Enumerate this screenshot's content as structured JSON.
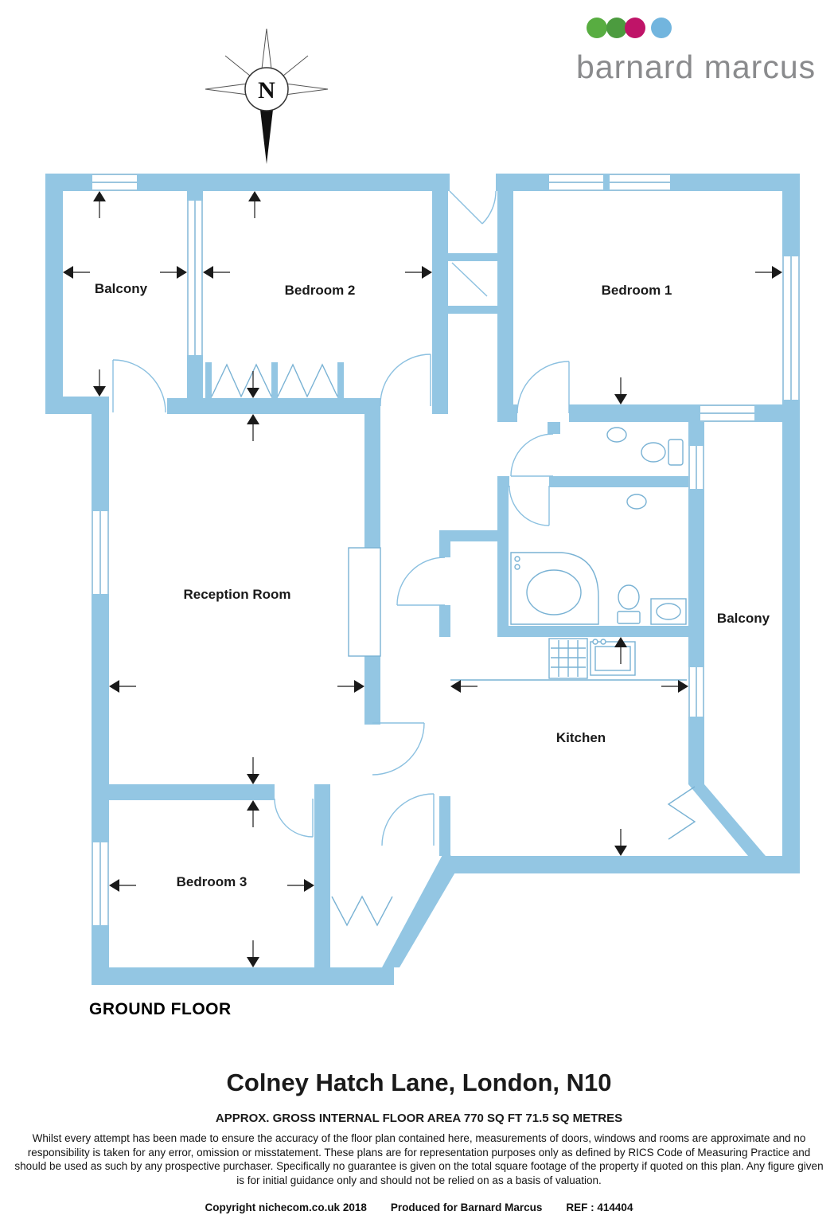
{
  "brand": {
    "name": "barnard marcus",
    "dots": [
      "#58ad41",
      "#4c9b3f",
      "#bf1468",
      "#72b5de"
    ]
  },
  "compass": {
    "north_label": "N"
  },
  "floor_plan": {
    "wall_color": "#93c6e3",
    "floor_label": "GROUND FLOOR",
    "rooms": [
      {
        "id": "balcony-left",
        "label": "Balcony"
      },
      {
        "id": "bedroom-2",
        "label": "Bedroom 2"
      },
      {
        "id": "bedroom-1",
        "label": "Bedroom 1"
      },
      {
        "id": "reception-room",
        "label": "Reception Room"
      },
      {
        "id": "balcony-right",
        "label": "Balcony"
      },
      {
        "id": "kitchen",
        "label": "Kitchen"
      },
      {
        "id": "bedroom-3",
        "label": "Bedroom 3"
      }
    ]
  },
  "footer": {
    "address_title": "Colney Hatch Lane, London, N10",
    "area_summary": "APPROX. GROSS INTERNAL FLOOR AREA 770 SQ FT 71.5 SQ METRES",
    "disclaimer": "Whilst every attempt has been made to ensure the accuracy of the floor plan contained here, measurements of doors, windows and rooms are approximate and no responsibility is taken for any error, omission or misstatement. These plans are for representation purposes only as defined by RICS Code of Measuring Practice and should be used as such by any prospective purchaser.  Specifically no guarantee is given on the total square footage of the property if quoted on this plan. Any figure given is for initial guidance only and should not be relied on as a basis of valuation.",
    "copyright": {
      "p1": "Copyright nichecom.co.uk 2018",
      "p2": "Produced for Barnard Marcus",
      "p3": "REF : 414404"
    }
  }
}
